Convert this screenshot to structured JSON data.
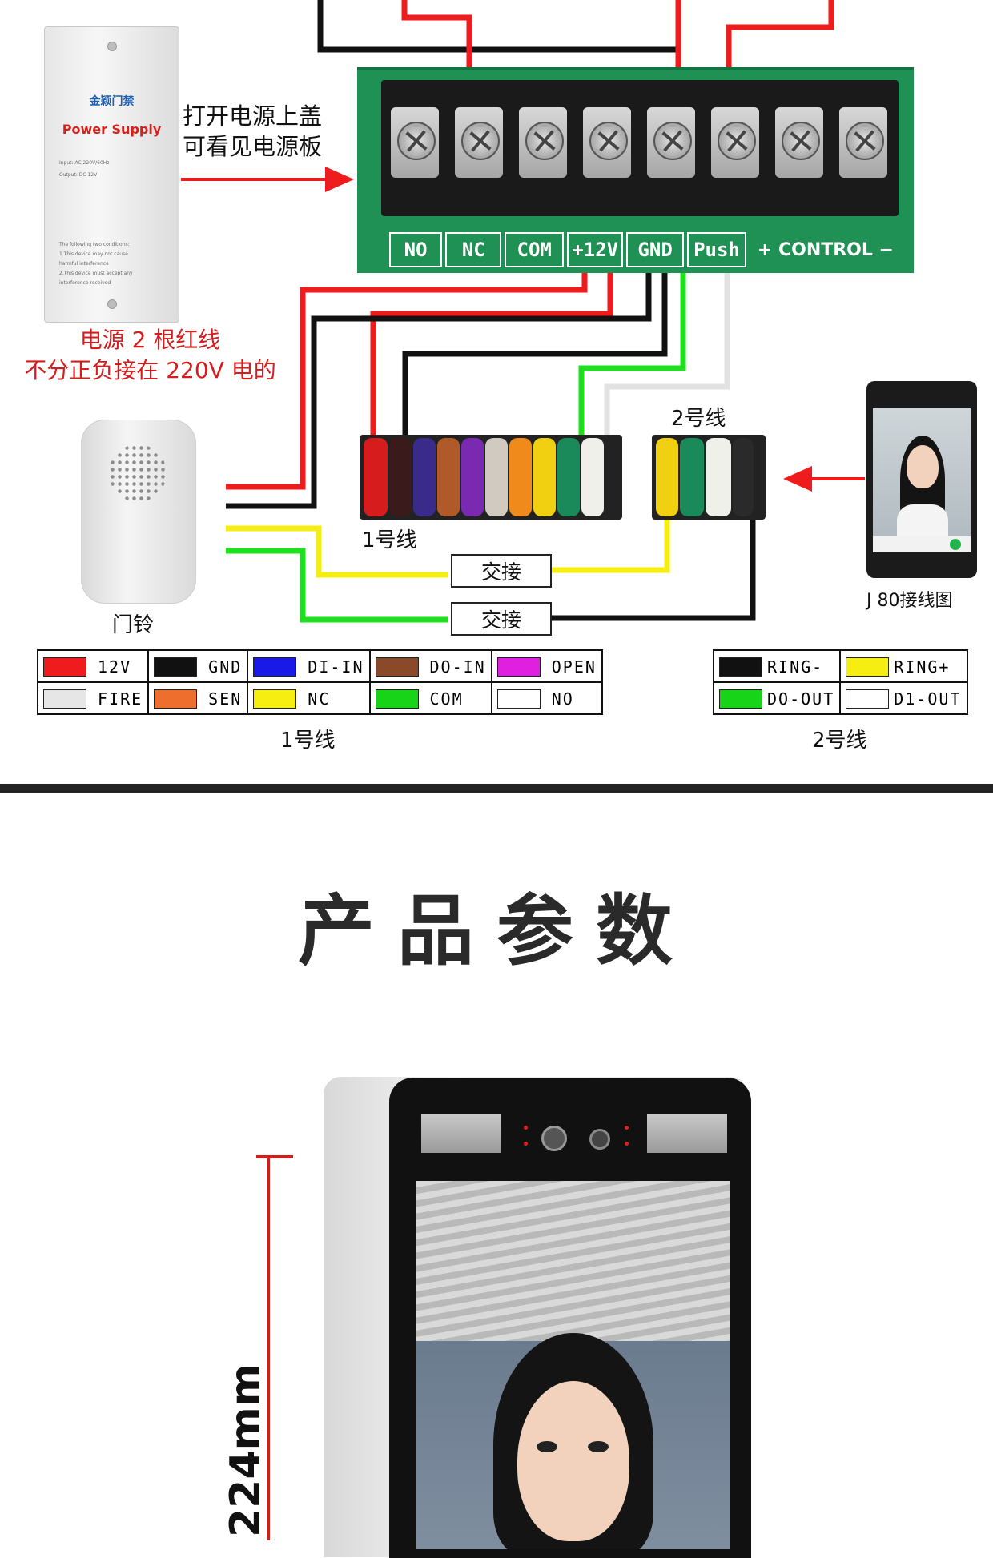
{
  "power_supply": {
    "brand": "金颖门禁",
    "title": "Power Supply",
    "spec_lines": [
      "Input: AC 220V/60Hz",
      "Output: DC 12V"
    ],
    "warning_lines": [
      "The following two conditions:",
      "1.This device may not cause",
      "harmful interference",
      "2.This device must accept any",
      "interference received"
    ]
  },
  "notes": {
    "open_cover": [
      "打开电源上盖",
      "可看见电源板"
    ],
    "mains": [
      "电源 2 根红线",
      "不分正负接在 220V 电的"
    ]
  },
  "terminal_labels": [
    "NO",
    "NC",
    "COM",
    "+12V",
    "GND",
    "Push"
  ],
  "control_label": "+ CONTROL −",
  "bell_caption": "门铃",
  "bundle1_caption": "1号线",
  "bundle2_caption": "2号线",
  "junction_label": "交接",
  "device_caption": "J 80接线图",
  "legend1": {
    "caption": "1号线",
    "rows": [
      [
        {
          "color": "#ee1c1c",
          "label": "12V"
        },
        {
          "color": "#111111",
          "label": "GND"
        },
        {
          "color": "#1a1ae6",
          "label": "DI-IN"
        },
        {
          "color": "#8a4a2a",
          "label": "DO-IN"
        },
        {
          "color": "#e020e0",
          "label": "OPEN"
        }
      ],
      [
        {
          "color": "#e6e6e6",
          "label": "FIRE"
        },
        {
          "color": "#ee6e2e",
          "label": "SEN"
        },
        {
          "color": "#f5ee10",
          "label": "NC"
        },
        {
          "color": "#18d418",
          "label": "COM"
        },
        {
          "color": "#ffffff",
          "label": "NO"
        }
      ]
    ]
  },
  "legend2": {
    "caption": "2号线",
    "rows": [
      [
        {
          "color": "#111111",
          "label": "RING-"
        },
        {
          "color": "#f5ee10",
          "label": "RING+"
        }
      ],
      [
        {
          "color": "#18d418",
          "label": "DO-OUT"
        },
        {
          "color": "#ffffff",
          "label": "D1-OUT"
        }
      ]
    ]
  },
  "section_heading": "产品参数",
  "dimension_label": "224mm",
  "colors": {
    "red_wire": "#ee1c1c",
    "board_green": "#1f9155",
    "divider": "#222222"
  }
}
